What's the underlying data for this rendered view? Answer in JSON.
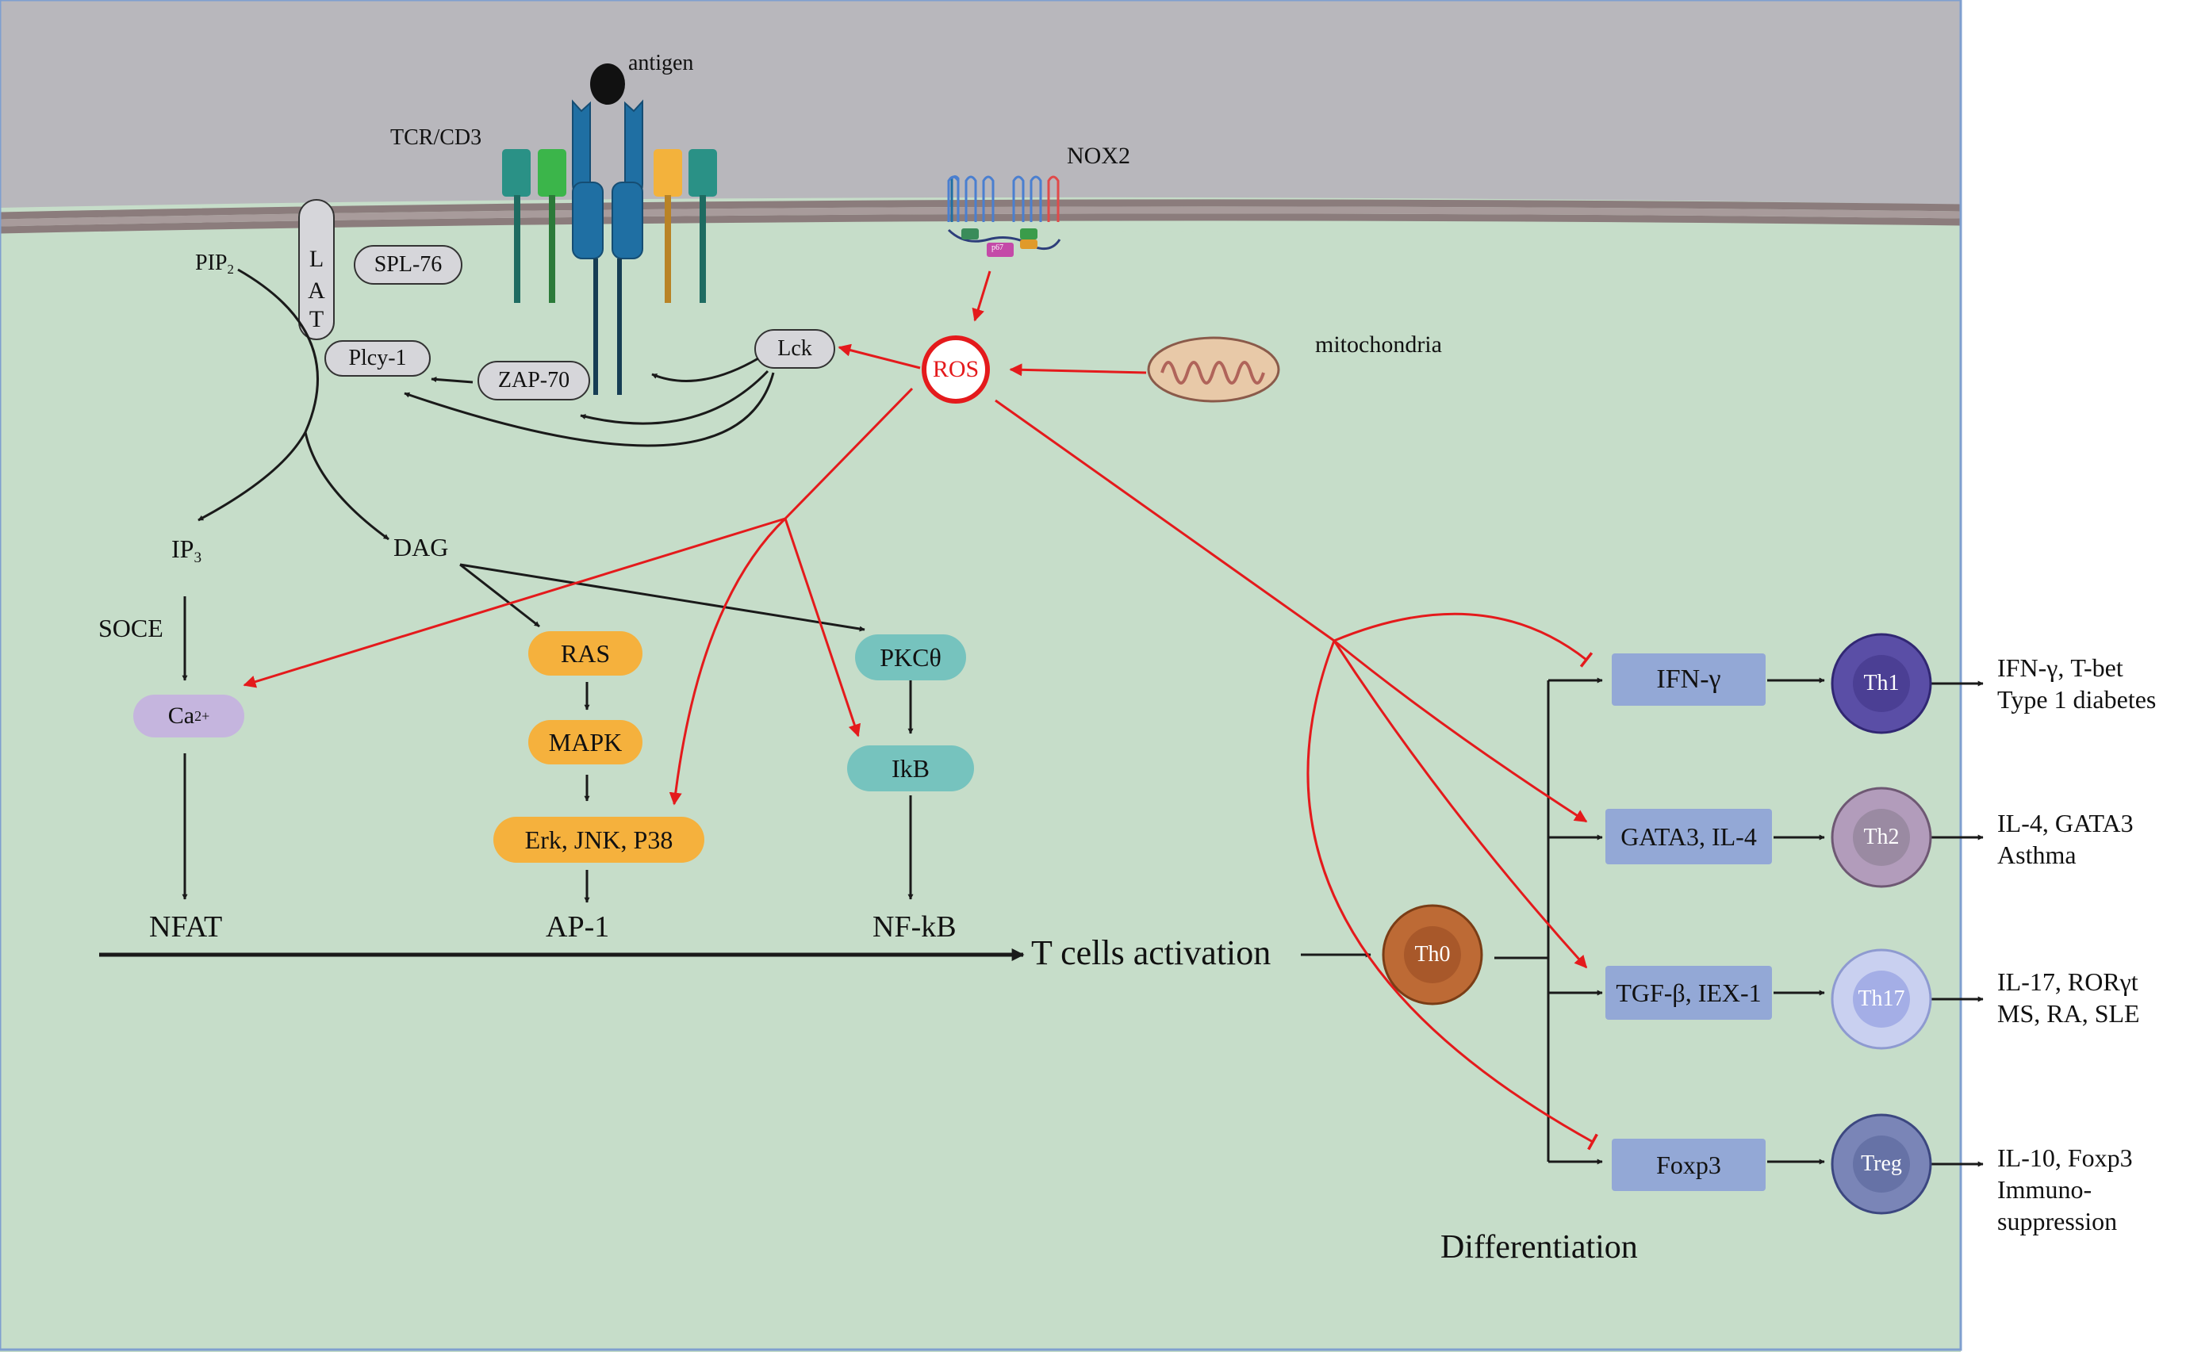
{
  "membrane": {
    "antigen": "antigen",
    "tcr": "TCR/CD3",
    "nox2": "NOX2",
    "mitochondria": "mitochondria"
  },
  "nox2_subunits": {
    "p67": "p67"
  },
  "proximal": {
    "pip2": "PIP",
    "pip2_sub": "2",
    "lat": [
      "L",
      "A",
      "T"
    ],
    "slp76": "SPL-76",
    "plcy1": "Plcy-1",
    "zap70": "ZAP-70",
    "lck": "Lck",
    "ros": "ROS"
  },
  "second_messengers": {
    "ip3": "IP",
    "ip3_sub": "3",
    "dag": "DAG",
    "soce": "SOCE",
    "ca": "Ca",
    "ca_sup": "2+"
  },
  "kinases": {
    "ras": "RAS",
    "mapk": "MAPK",
    "erk": "Erk, JNK, P38",
    "pkc": "PKCθ",
    "ikb": "IkB"
  },
  "transcription": {
    "nfat": "NFAT",
    "ap1": "AP-1",
    "nfkb": "NF-kB"
  },
  "activation": "T cells activation",
  "th0": "Th0",
  "factors": {
    "ifn": "IFN-γ",
    "gata": "GATA3, IL-4",
    "tgf": "TGF-β, IEX-1",
    "foxp3": "Foxp3"
  },
  "cells": {
    "th1": "Th1",
    "th2": "Th2",
    "th17": "Th17",
    "treg": "Treg"
  },
  "outcomes": {
    "th1": [
      "IFN-γ, T-bet",
      "Type 1 diabetes"
    ],
    "th2": [
      "IL-4, GATA3",
      "Asthma"
    ],
    "th17": [
      "IL-17, RORγt",
      "MS, RA, SLE"
    ],
    "treg": [
      "IL-10, Foxp3",
      "Immuno-",
      "suppression"
    ]
  },
  "differentiation": "Differentiation",
  "colors": {
    "extracellular": "#b8b7bc",
    "cytoplasm": "#c6ddc9",
    "membrane": "#8b7c7c",
    "ros_red": "#e41a1c",
    "pathway_black": "#1a1a1a",
    "ras_orange": "#f5b13d",
    "pkc_teal": "#76c3be",
    "ca_lilac": "#c5b5de",
    "factor_blue": "#93a8d6",
    "th0_brown": "#bd6a35",
    "th1_purple": "#5a4ea6",
    "th2_mauve": "#b29cbb",
    "th17_lavender": "#b9c2ea",
    "treg_slate": "#7a85b7",
    "receptor_blue": "#1f6fa3",
    "receptor_teal": "#2a9186",
    "receptor_green": "#3bb54a",
    "receptor_orange": "#f3b23c"
  }
}
